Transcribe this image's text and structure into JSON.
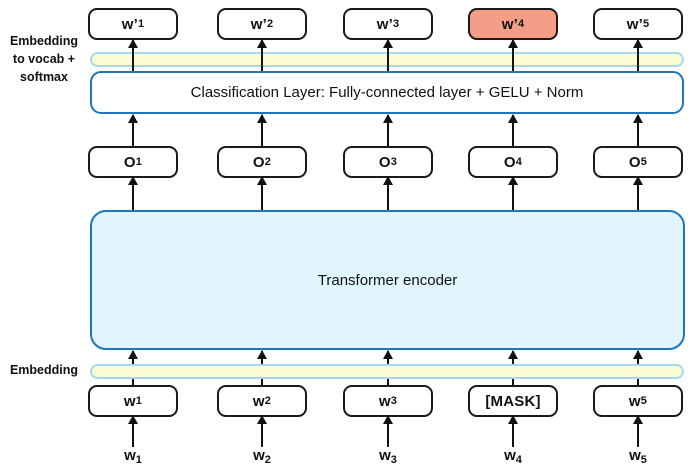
{
  "colors": {
    "accent-blue": "#1d76bc",
    "node-border": "#1a1a1a",
    "bar-fill": "#fbfbd4",
    "bar-border": "#a9d7ef",
    "encoder-fill": "#e0f6fc",
    "highlight-fill": "#f49e88",
    "arrow": "#111111"
  },
  "left_labels": {
    "embed_vocab_softmax": "Embedding\nto vocab +\nsoftmax",
    "embedding": "Embedding"
  },
  "output_row": {
    "items": [
      {
        "base": "w’",
        "sub": "1",
        "highlight": false
      },
      {
        "base": "w’",
        "sub": "2",
        "highlight": false
      },
      {
        "base": "w’",
        "sub": "3",
        "highlight": false
      },
      {
        "base": "w’",
        "sub": "4",
        "highlight": true
      },
      {
        "base": "w’",
        "sub": "5",
        "highlight": false
      }
    ]
  },
  "classification": {
    "label": "Classification Layer: Fully-connected layer + GELU + Norm"
  },
  "o_row": {
    "items": [
      {
        "base": "O",
        "sub": "1"
      },
      {
        "base": "O",
        "sub": "2"
      },
      {
        "base": "O",
        "sub": "3"
      },
      {
        "base": "O",
        "sub": "4"
      },
      {
        "base": "O",
        "sub": "5"
      }
    ]
  },
  "encoder": {
    "label": "Transformer encoder"
  },
  "input_row": {
    "items": [
      {
        "base": "w",
        "sub": "1"
      },
      {
        "base": "w",
        "sub": "2"
      },
      {
        "base": "w",
        "sub": "3"
      },
      {
        "base": "[MASK]",
        "sub": ""
      },
      {
        "base": "w",
        "sub": "5"
      }
    ]
  },
  "input_labels": {
    "items": [
      {
        "base": "w",
        "sub": "1"
      },
      {
        "base": "w",
        "sub": "2"
      },
      {
        "base": "w",
        "sub": "3"
      },
      {
        "base": "w",
        "sub": "4"
      },
      {
        "base": "w",
        "sub": "5"
      }
    ]
  }
}
